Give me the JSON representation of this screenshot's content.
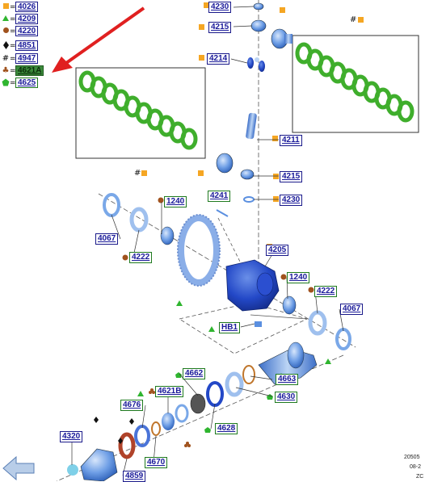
{
  "legend": [
    {
      "symbol": "square-orange",
      "code": "4026"
    },
    {
      "symbol": "triangle-green",
      "code": "4209"
    },
    {
      "symbol": "circle-brown",
      "code": "4220"
    },
    {
      "symbol": "diamond-black",
      "code": "4851"
    },
    {
      "symbol": "hash",
      "code": "4947"
    },
    {
      "symbol": "club-brown",
      "code": "4621A"
    },
    {
      "symbol": "pentagon-green",
      "code": "4625"
    }
  ],
  "callouts": {
    "c4230a": "4230",
    "c4215a": "4215",
    "c4214": "4214",
    "c4211": "4211",
    "c4215b": "4215",
    "c4230b": "4230",
    "c1240a": "1240",
    "c4241": "4241",
    "c4067a": "4067",
    "c4222a": "4222",
    "c4205": "4205",
    "c1240b": "1240",
    "c4222b": "4222",
    "c4067b": "4067",
    "cHB1": "HB1",
    "c4662": "4662",
    "c4663": "4663",
    "c4630": "4630",
    "c4621B": "4621B",
    "c4676": "4676",
    "c4628": "4628",
    "c4320": "4320",
    "c4670": "4670",
    "c4859": "4859"
  },
  "hash_marks": {
    "top": "#",
    "bottom": "#"
  },
  "footer": {
    "line1": "20505",
    "line2": "08-2",
    "line3": "ZC"
  },
  "colors": {
    "part_blue": "#5a8fe0",
    "part_light": "#a9c7ef",
    "clutch_green": "#3fae2c",
    "callout_border": "#1a1a8a",
    "arrow_red": "#e02020",
    "legend_orange": "#f5a623",
    "legend_brown": "#a0521d"
  },
  "icons": {
    "nav_arrow": "back-arrow-icon"
  }
}
